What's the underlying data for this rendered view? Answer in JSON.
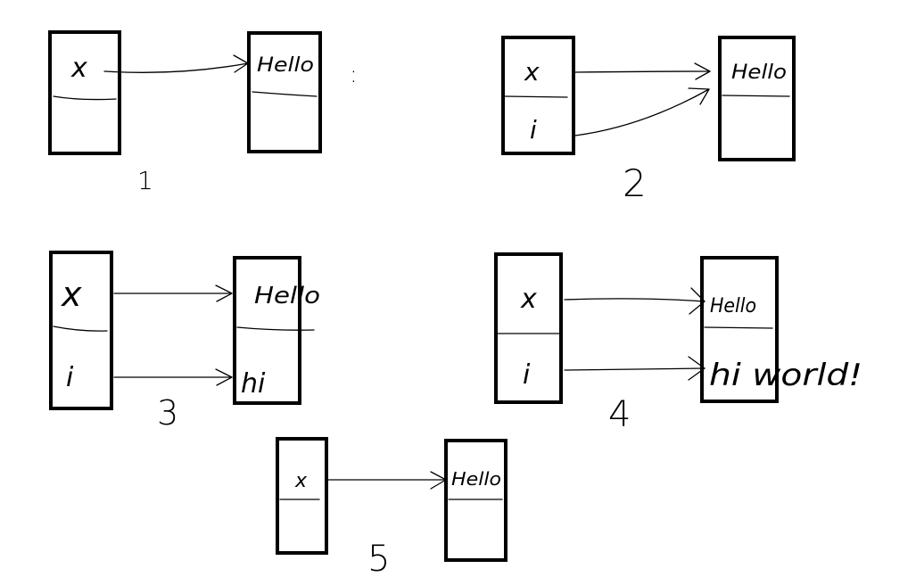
{
  "steps": [
    {
      "number": "1",
      "variables": [
        "x"
      ],
      "values": [
        "Hello"
      ]
    },
    {
      "number": "2",
      "variables": [
        "x",
        "i"
      ],
      "values": [
        "Hello"
      ]
    },
    {
      "number": "3",
      "variables": [
        "x",
        "i"
      ],
      "values": [
        "Hello",
        "hi"
      ]
    },
    {
      "number": "4",
      "variables": [
        "x",
        "i"
      ],
      "values": [
        "Hello",
        "hi world!"
      ]
    },
    {
      "number": "5",
      "variables": [
        "x"
      ],
      "values": [
        "Hello"
      ]
    }
  ],
  "stray_mark": ":",
  "colors": {
    "ink": "#000000",
    "background": "#ffffff"
  }
}
